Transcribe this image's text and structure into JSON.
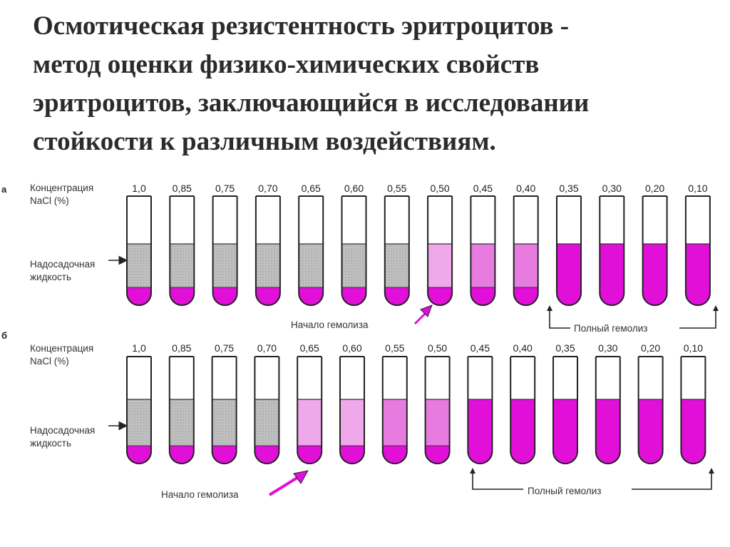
{
  "title_lines": [
    "Осмотическая резистентность эритроцитов -",
    "метод оценки физико-химических свойств",
    "эритроцитов, заключающийся в исследовании",
    "стойкости к различным воздействиям."
  ],
  "colors": {
    "pink_full": "#e10fd8",
    "pink_light": "#efa9ea",
    "pink_mid": "#e77be0",
    "grey_fluid": "#b9b9b9",
    "outline": "#222222"
  },
  "panels": [
    {
      "letter": "а",
      "concentration_label_1": "Концентрация",
      "concentration_label_2": "NaCl (%)",
      "supernatant_label_1": "Надосадочная",
      "supernatant_label_2": "жидкость",
      "hemolysis_start_label": "Начало гемолиза",
      "full_hemolysis_label": "Полный гемолиз",
      "concentrations": [
        "1,0",
        "0,85",
        "0,75",
        "0,70",
        "0,65",
        "0,60",
        "0,55",
        "0,50",
        "0,45",
        "0,40",
        "0,35",
        "0,30",
        "0,20",
        "0,10"
      ],
      "tube_states": [
        "grey",
        "grey",
        "grey",
        "grey",
        "grey",
        "grey",
        "grey",
        "light",
        "mid",
        "mid",
        "full",
        "full",
        "full",
        "full"
      ]
    },
    {
      "letter": "б",
      "concentration_label_1": "Концентрация",
      "concentration_label_2": "NaCl (%)",
      "supernatant_label_1": "Надосадочная",
      "supernatant_label_2": "жидкость",
      "hemolysis_start_label": "Начало гемолиза",
      "full_hemolysis_label": "Полный гемолиз",
      "concentrations": [
        "1,0",
        "0,85",
        "0,75",
        "0,70",
        "0,65",
        "0,60",
        "0,55",
        "0,50",
        "0,45",
        "0,40",
        "0,35",
        "0,30",
        "0,20",
        "0,10"
      ],
      "tube_states": [
        "grey",
        "grey",
        "grey",
        "grey",
        "light",
        "light",
        "mid",
        "mid",
        "full",
        "full",
        "full",
        "full",
        "full",
        "full"
      ]
    }
  ]
}
